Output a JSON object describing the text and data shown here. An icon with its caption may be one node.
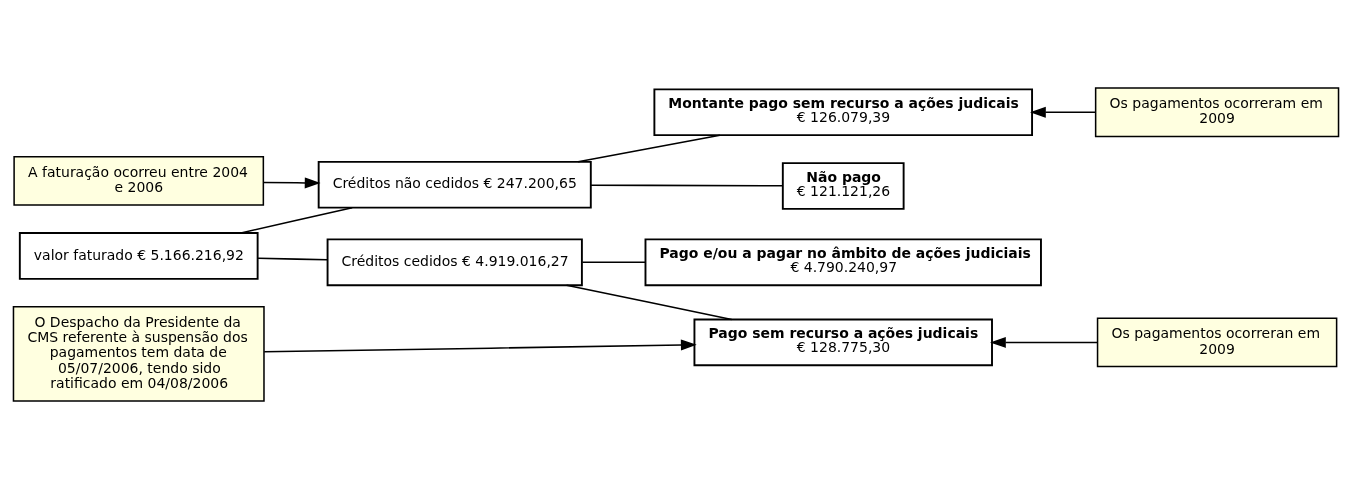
{
  "diagram": {
    "nodes": [
      {
        "text": [
          "A faturação ocorreu entre 2004 e 2006"
        ]
      },
      {
        "text": [
          "valor faturado € 5.166.216,92"
        ]
      },
      {
        "text": [
          "Créditos não cedidos € 247.200,65"
        ]
      },
      {
        "text": [
          "Montante pago sem recurso a ações judicais",
          "€ 126.079,39"
        ]
      },
      {
        "text": [
          "Não pago",
          "€ 121.121,26"
        ]
      },
      {
        "text": [
          "Créditos cedidos € 4.919.016,27"
        ]
      },
      {
        "text": [
          "Pago sem recurso a ações judicais",
          "€ 128.775,30"
        ]
      },
      {
        "text": [
          "Pago e/ou a pagar no âmbito de ações judiciais",
          "€ 4.790.240,97"
        ]
      },
      {
        "text": [
          "Os pagamentos ocorreram em 2009"
        ]
      },
      {
        "text": [
          "Os pagamentos ocorreran em 2009"
        ]
      },
      {
        "text": [
          "O Despacho da Presidente da CMS referente à suspensão dos pagamentos tem data de 05/07/2006, tendo sido ratificado em 04/08/2006"
        ]
      }
    ],
    "edges": [
      {
        "from": 0,
        "to": 2,
        "arrow": "to"
      },
      {
        "from": 1,
        "to": 2,
        "arrow": "none"
      },
      {
        "from": 1,
        "to": 5,
        "arrow": "none"
      },
      {
        "from": 2,
        "to": 3,
        "arrow": "none"
      },
      {
        "from": 2,
        "to": 4,
        "arrow": "none"
      },
      {
        "from": 5,
        "to": 6,
        "arrow": "none"
      },
      {
        "from": 5,
        "to": 7,
        "arrow": "none"
      },
      {
        "from": 8,
        "to": 3,
        "arrow": "to"
      },
      {
        "from": 9,
        "to": 6,
        "arrow": "to"
      },
      {
        "from": 10,
        "to": 6,
        "arrow": "to"
      }
    ]
  }
}
